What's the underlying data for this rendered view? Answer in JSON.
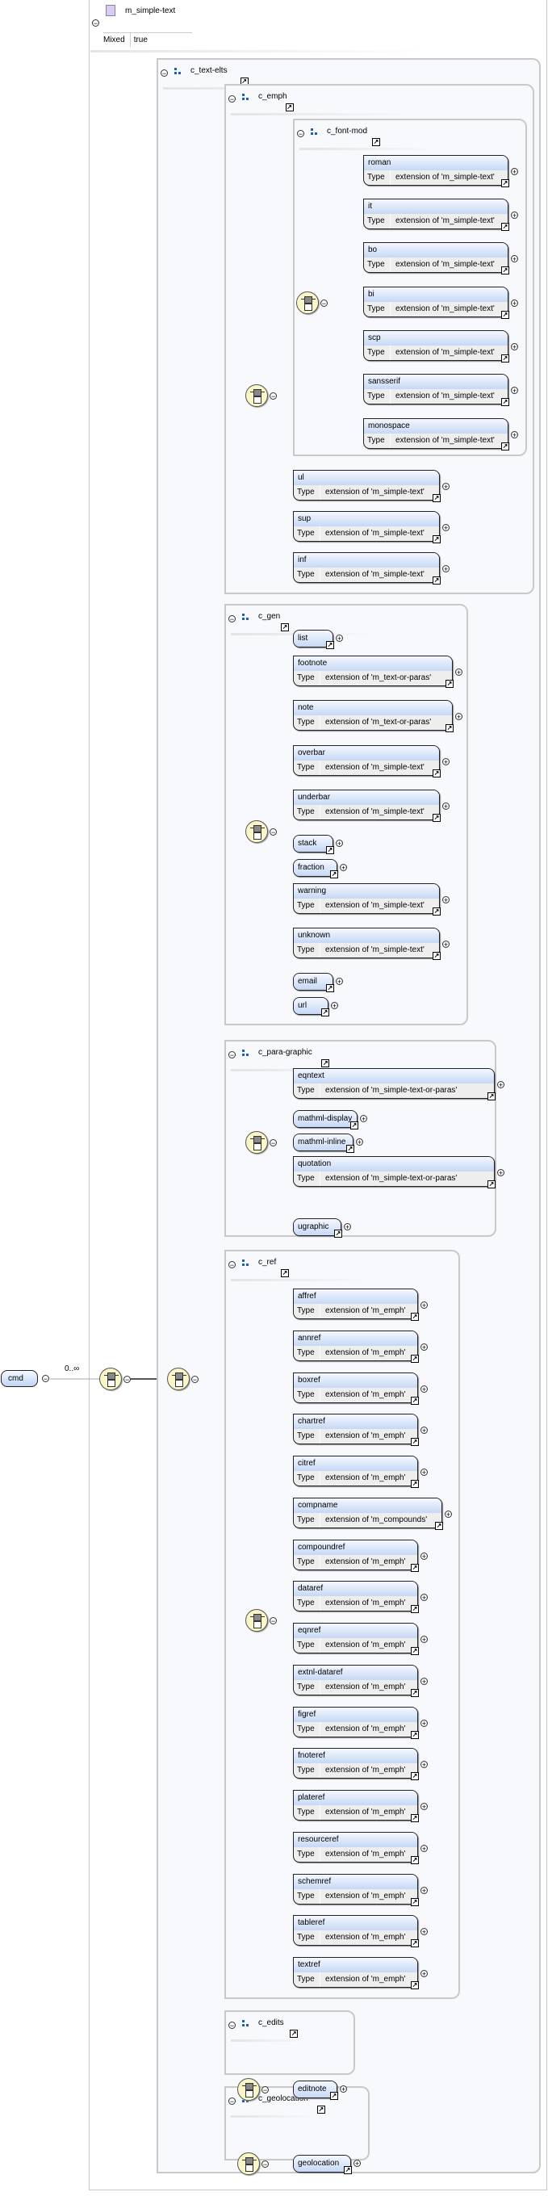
{
  "root": {
    "name": "cmd",
    "occurrence": "0..∞"
  },
  "complex_type": {
    "name": "m_simple-text",
    "property_label": "Mixed",
    "property_value": "true"
  },
  "labels": {
    "type": "Type"
  },
  "groups": {
    "text_elts": {
      "name": "c_text-elts"
    },
    "emph": {
      "name": "c_emph"
    },
    "font_mod": {
      "name": "c_font-mod"
    },
    "gen": {
      "name": "c_gen"
    },
    "para_graphic": {
      "name": "c_para-graphic"
    },
    "ref": {
      "name": "c_ref"
    },
    "edits": {
      "name": "c_edits"
    },
    "geolocation": {
      "name": "c_geolocation"
    }
  },
  "elements": {
    "font_mod": [
      {
        "name": "roman",
        "type": "extension of 'm_simple-text'"
      },
      {
        "name": "it",
        "type": "extension of 'm_simple-text'"
      },
      {
        "name": "bo",
        "type": "extension of 'm_simple-text'"
      },
      {
        "name": "bi",
        "type": "extension of 'm_simple-text'"
      },
      {
        "name": "scp",
        "type": "extension of 'm_simple-text'"
      },
      {
        "name": "sansserif",
        "type": "extension of 'm_simple-text'"
      },
      {
        "name": "monospace",
        "type": "extension of 'm_simple-text'"
      }
    ],
    "emph": [
      {
        "name": "ul",
        "type": "extension of 'm_simple-text'"
      },
      {
        "name": "sup",
        "type": "extension of 'm_simple-text'"
      },
      {
        "name": "inf",
        "type": "extension of 'm_simple-text'"
      }
    ],
    "gen": [
      {
        "name": "list"
      },
      {
        "name": "footnote",
        "type": "extension of 'm_text-or-paras'"
      },
      {
        "name": "note",
        "type": "extension of 'm_text-or-paras'"
      },
      {
        "name": "overbar",
        "type": "extension of 'm_simple-text'"
      },
      {
        "name": "underbar",
        "type": "extension of 'm_simple-text'"
      },
      {
        "name": "stack"
      },
      {
        "name": "fraction"
      },
      {
        "name": "warning",
        "type": "extension of 'm_simple-text'"
      },
      {
        "name": "unknown",
        "type": "extension of 'm_simple-text'"
      },
      {
        "name": "email"
      },
      {
        "name": "url"
      }
    ],
    "para_graphic": [
      {
        "name": "eqntext",
        "type": "extension of 'm_simple-text-or-paras'"
      },
      {
        "name": "mathml-display"
      },
      {
        "name": "mathml-inline"
      },
      {
        "name": "quotation",
        "type": "extension of 'm_simple-text-or-paras'"
      },
      {
        "name": "ugraphic"
      }
    ],
    "ref": [
      {
        "name": "affref",
        "type": "extension of 'm_emph'"
      },
      {
        "name": "annref",
        "type": "extension of 'm_emph'"
      },
      {
        "name": "boxref",
        "type": "extension of 'm_emph'"
      },
      {
        "name": "chartref",
        "type": "extension of 'm_emph'"
      },
      {
        "name": "citref",
        "type": "extension of 'm_emph'"
      },
      {
        "name": "compname",
        "type": "extension of 'm_compounds'"
      },
      {
        "name": "compoundref",
        "type": "extension of 'm_emph'"
      },
      {
        "name": "dataref",
        "type": "extension of 'm_emph'"
      },
      {
        "name": "eqnref",
        "type": "extension of 'm_emph'"
      },
      {
        "name": "extnl-dataref",
        "type": "extension of 'm_emph'"
      },
      {
        "name": "figref",
        "type": "extension of 'm_emph'"
      },
      {
        "name": "fnoteref",
        "type": "extension of 'm_emph'"
      },
      {
        "name": "plateref",
        "type": "extension of 'm_emph'"
      },
      {
        "name": "resourceref",
        "type": "extension of 'm_emph'"
      },
      {
        "name": "schemref",
        "type": "extension of 'm_emph'"
      },
      {
        "name": "tableref",
        "type": "extension of 'm_emph'"
      },
      {
        "name": "textref",
        "type": "extension of 'm_emph'"
      }
    ],
    "edits": [
      {
        "name": "editnote"
      }
    ],
    "geolocation": [
      {
        "name": "geolocation"
      }
    ]
  },
  "colors": {
    "element_fill": "#c6d8f5",
    "compositor_fill": "#fbf6c8",
    "group_icon": "#1f5fb0",
    "group_bg": "#f7f9fd"
  }
}
